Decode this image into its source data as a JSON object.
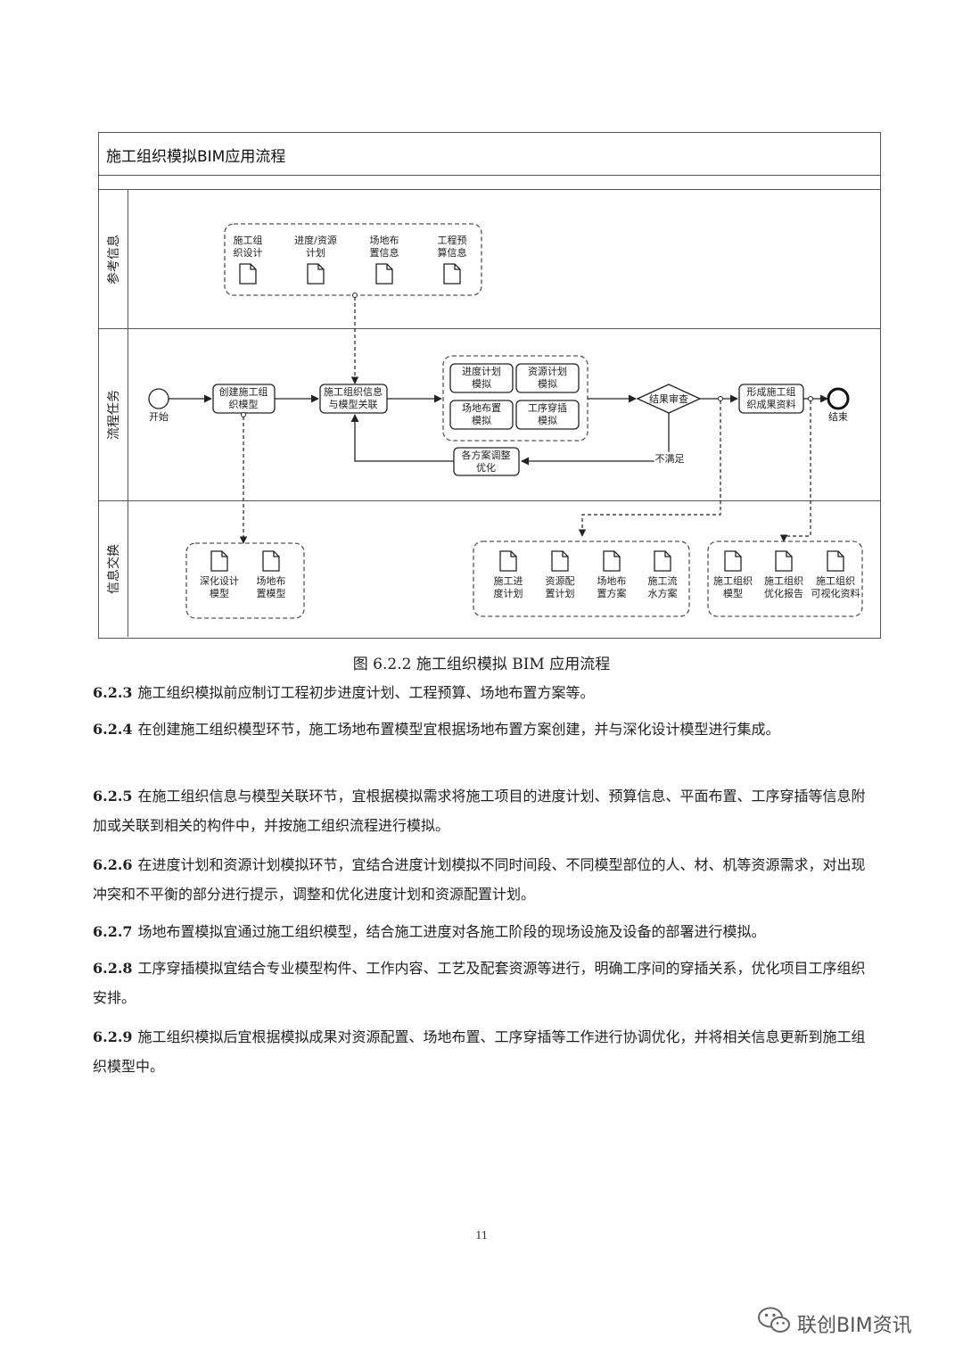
{
  "diagram": {
    "title": "施工组织模拟BIM应用流程",
    "lanes": [
      "参考信息",
      "流程任务",
      "信息交换"
    ],
    "reference_docs": [
      {
        "line1": "施工组",
        "line2": "织设计"
      },
      {
        "line1": "进度/资源",
        "line2": "计划"
      },
      {
        "line1": "场地布",
        "line2": "置信息"
      },
      {
        "line1": "工程预",
        "line2": "算信息"
      }
    ],
    "start_label": "开始",
    "end_label": "结束",
    "task_create": {
      "line1": "创建施工组",
      "line2": "织模型"
    },
    "task_link": {
      "line1": "施工组织信息",
      "line2": "与模型关联"
    },
    "sim_tasks": [
      {
        "line1": "进度计划",
        "line2": "模拟"
      },
      {
        "line1": "资源计划",
        "line2": "模拟"
      },
      {
        "line1": "场地布置",
        "line2": "模拟"
      },
      {
        "line1": "工序穿插",
        "line2": "模拟"
      }
    ],
    "review_label": "结果审查",
    "task_result": {
      "line1": "形成施工组",
      "line2": "织成果资料"
    },
    "task_adjust": {
      "line1": "各方案调整",
      "line2": "优化"
    },
    "not_satisfied": "不满足",
    "exchange_group1": [
      {
        "line1": "深化设计",
        "line2": "模型"
      },
      {
        "line1": "场地布",
        "line2": "置模型"
      }
    ],
    "exchange_group2": [
      {
        "line1": "施工进",
        "line2": "度计划"
      },
      {
        "line1": "资源配",
        "line2": "置计划"
      },
      {
        "line1": "场地布",
        "line2": "置方案"
      },
      {
        "line1": "施工流",
        "line2": "水方案"
      }
    ],
    "exchange_group3": [
      {
        "line1": "施工组织",
        "line2": "模型"
      },
      {
        "line1": "施工组织",
        "line2": "优化报告"
      },
      {
        "line1": "施工组织",
        "line2": "可视化资料"
      }
    ]
  },
  "caption": "图 6.2.2  施工组织模拟 BIM 应用流程",
  "paragraphs": [
    {
      "num": "6.2.3",
      "text": "施工组织模拟前应制订工程初步进度计划、工程预算、场地布置方案等。"
    },
    {
      "num": "6.2.4",
      "text": "在创建施工组织模型环节，施工场地布置模型宜根据场地布置方案创建，并与深化设计模型进行集成。"
    },
    {
      "num": "6.2.5",
      "text": "在施工组织信息与模型关联环节，宜根据模拟需求将施工项目的进度计划、预算信息、平面布置、工序穿插等信息附加或关联到相关的构件中，并按施工组织流程进行模拟。"
    },
    {
      "num": "6.2.6",
      "text": "在进度计划和资源计划模拟环节，宜结合进度计划模拟不同时间段、不同模型部位的人、材、机等资源需求，对出现冲突和不平衡的部分进行提示，调整和优化进度计划和资源配置计划。"
    },
    {
      "num": "6.2.7",
      "text": "场地布置模拟宜通过施工组织模型，结合施工进度对各施工阶段的现场设施及设备的部署进行模拟。"
    },
    {
      "num": "6.2.8",
      "text": "工序穿插模拟宜结合专业模型构件、工作内容、工艺及配套资源等进行，明确工序间的穿插关系，优化项目工序组织安排。"
    },
    {
      "num": "6.2.9",
      "text": "施工组织模拟后宜根据模拟成果对资源配置、场地布置、工序穿插等工作进行协调优化，并将相关信息更新到施工组织模型中。"
    }
  ],
  "page_number": "11",
  "watermark": "联创BIM资讯",
  "watermark_icon": "wechat-icon"
}
